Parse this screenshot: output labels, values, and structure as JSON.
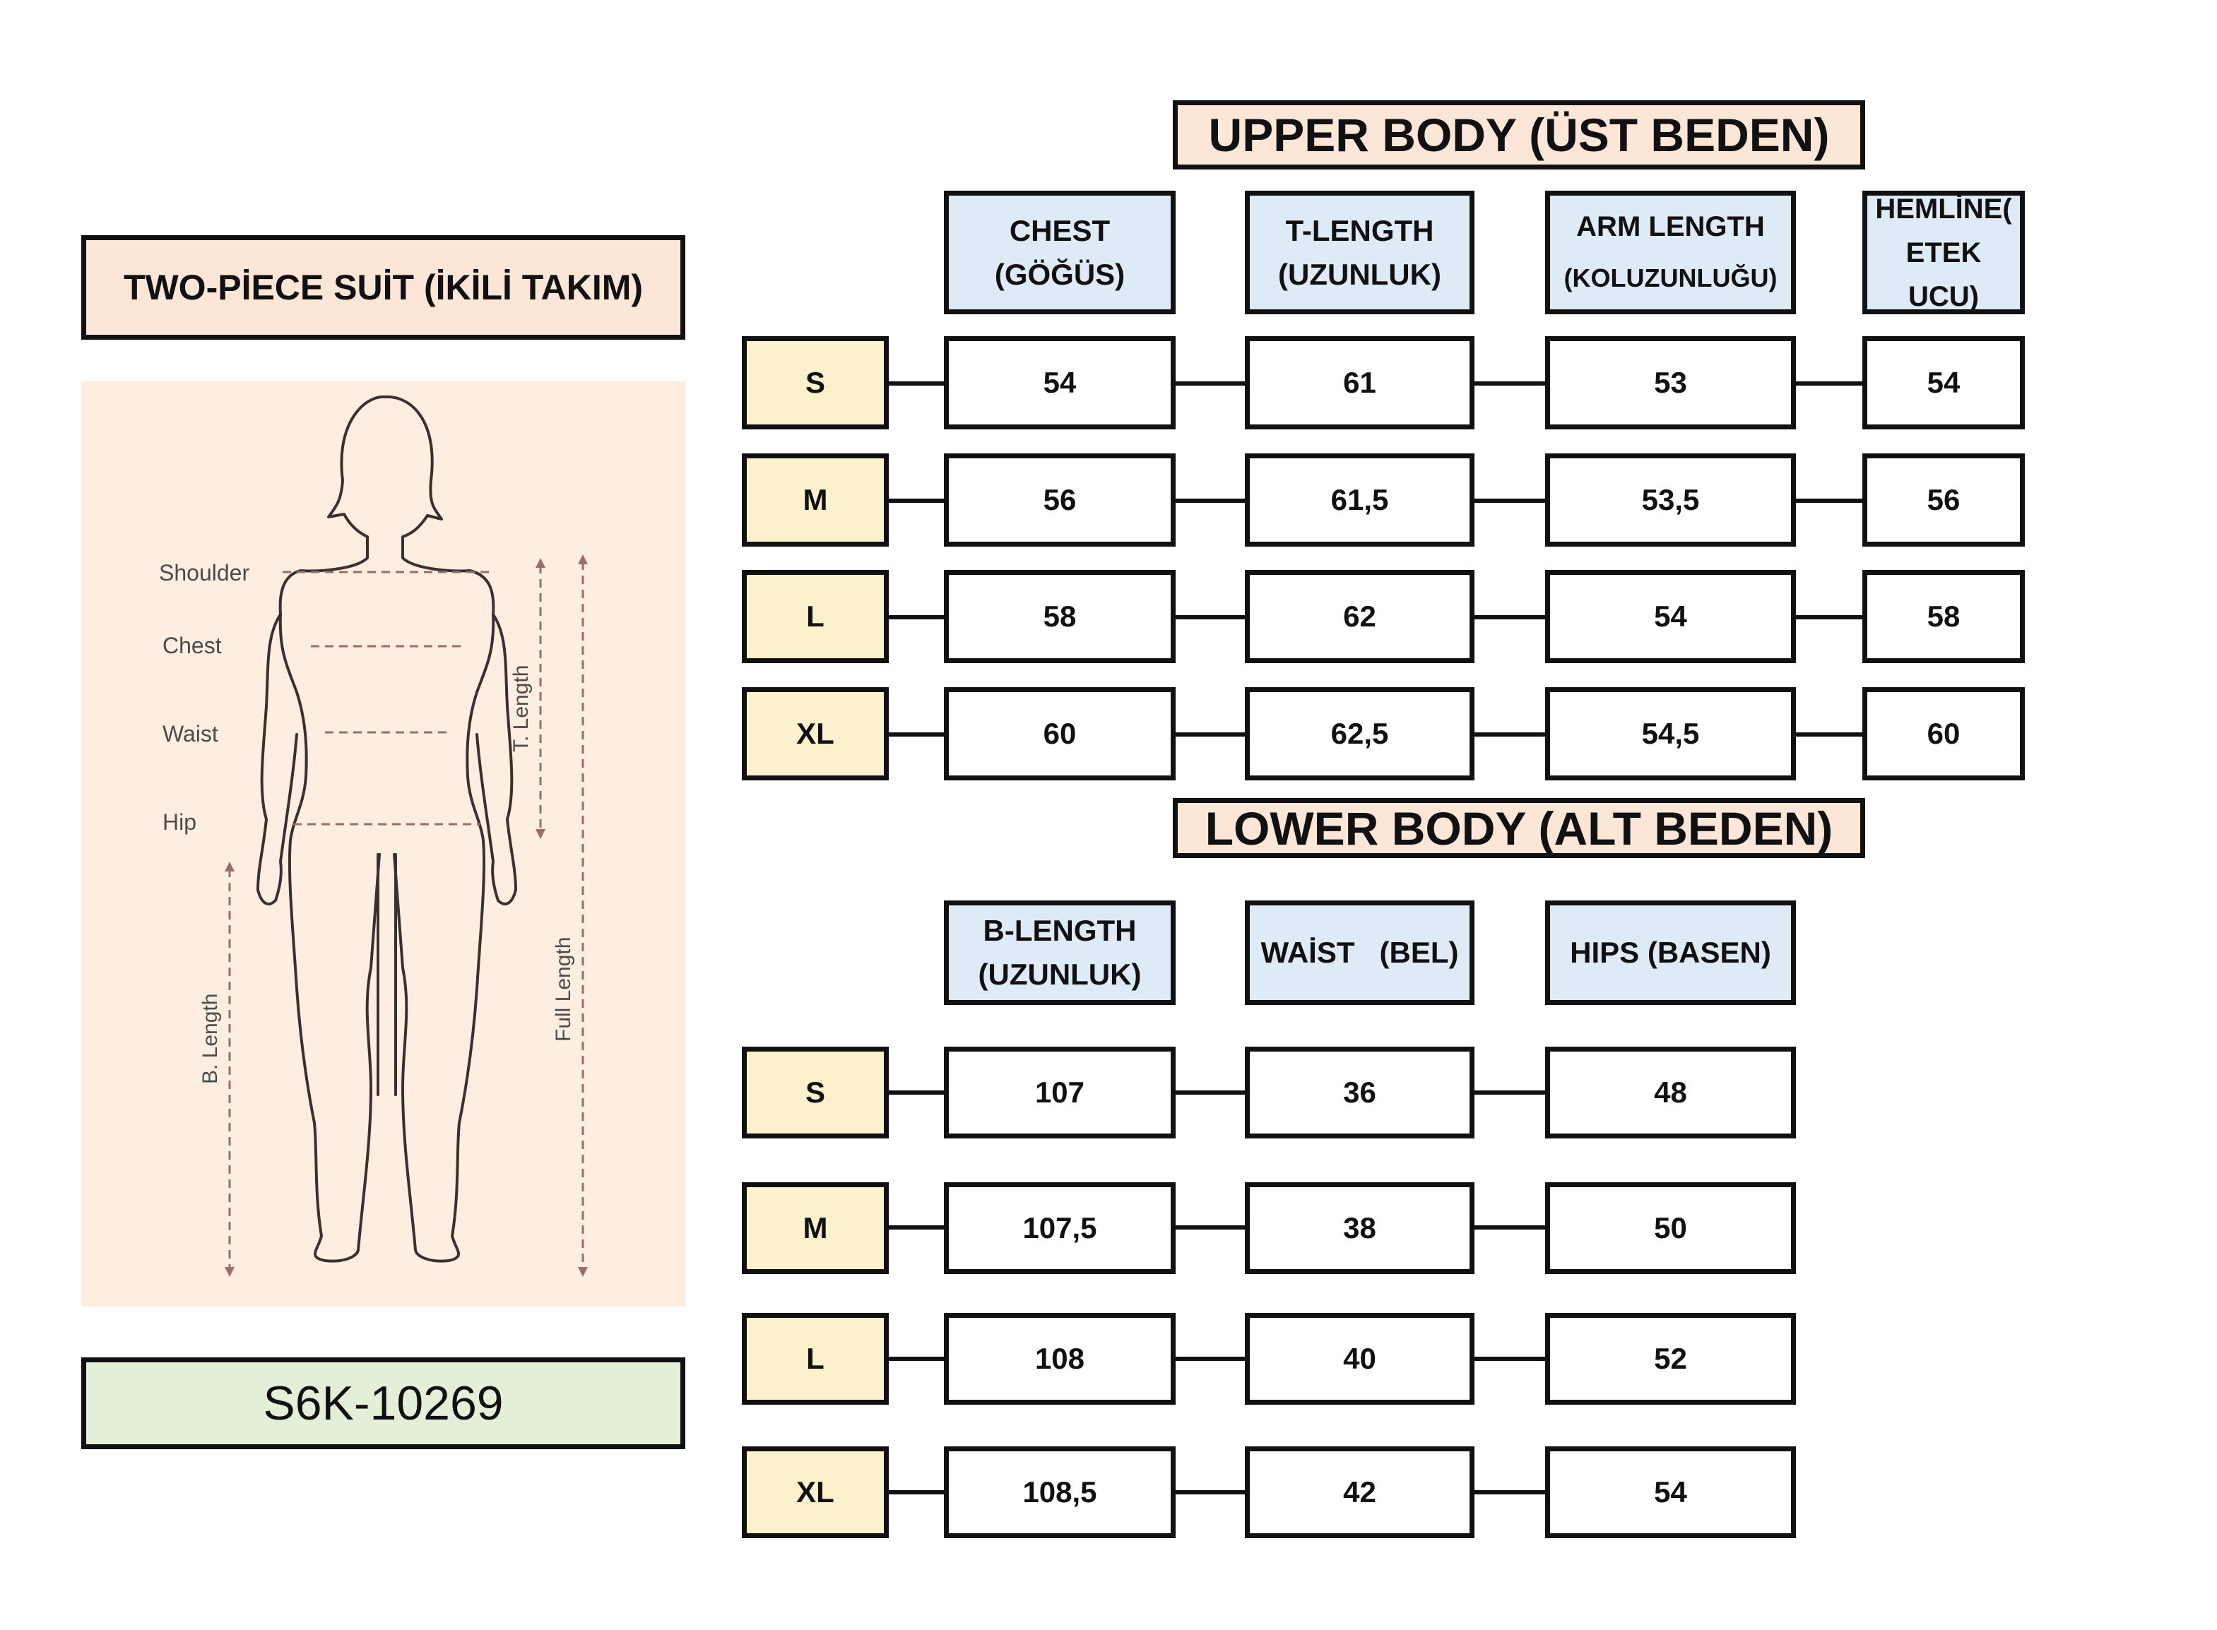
{
  "left_panel": {
    "title": "TWO-PİECE SUİT (İKİLİ TAKIM)",
    "product_code": "S6K-10269",
    "figure_labels": {
      "shoulder": "Shoulder",
      "chest": "Chest",
      "waist": "Waist",
      "hip": "Hip",
      "t_length": "T. Length",
      "full_length": "Full Length",
      "b_length": "B. Length"
    }
  },
  "upper_body": {
    "title": "UPPER BODY (ÜST BEDEN)",
    "columns": [
      {
        "line1": "CHEST",
        "line2": "(GÖĞÜS)"
      },
      {
        "line1": "T-LENGTH",
        "line2": "(UZUNLUK)"
      },
      {
        "line1": "ARM LENGTH",
        "line2": "(KOLUZUNLUĞU)"
      },
      {
        "line1": "HEMLİNE(",
        "line2": "ETEK UCU)"
      }
    ],
    "rows": [
      {
        "size": "S",
        "values": [
          "54",
          "61",
          "53",
          "54"
        ]
      },
      {
        "size": "M",
        "values": [
          "56",
          "61,5",
          "53,5",
          "56"
        ]
      },
      {
        "size": "L",
        "values": [
          "58",
          "62",
          "54",
          "58"
        ]
      },
      {
        "size": "XL",
        "values": [
          "60",
          "62,5",
          "54,5",
          "60"
        ]
      }
    ]
  },
  "lower_body": {
    "title": "LOWER BODY (ALT BEDEN)",
    "columns": [
      {
        "line1": "B-LENGTH",
        "line2": "(UZUNLUK)"
      },
      {
        "line1": "WAİST   (BEL)",
        "line2": ""
      },
      {
        "line1": "HIPS (BASEN)",
        "line2": ""
      }
    ],
    "rows": [
      {
        "size": "S",
        "values": [
          "107",
          "36",
          "48"
        ]
      },
      {
        "size": "M",
        "values": [
          "107,5",
          "38",
          "50"
        ]
      },
      {
        "size": "L",
        "values": [
          "108",
          "40",
          "52"
        ]
      },
      {
        "size": "XL",
        "values": [
          "108,5",
          "42",
          "54"
        ]
      }
    ]
  },
  "colors": {
    "title_fill": "#fbe6d8",
    "header_fill": "#deeaf6",
    "size_fill": "#fcf1cd",
    "code_fill": "#e4efd9",
    "illustration_bg": "#fdeee1"
  }
}
